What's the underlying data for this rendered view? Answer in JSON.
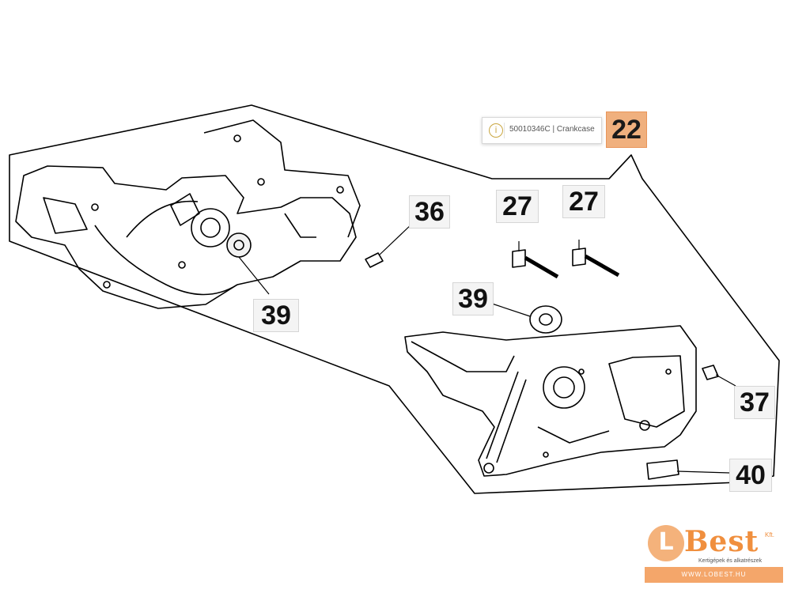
{
  "tooltip": {
    "text": "50010346C | Crankcase"
  },
  "callouts": {
    "c22": "22",
    "c27a": "27",
    "c27b": "27",
    "c36": "36",
    "c39a": "39",
    "c39b": "39",
    "c37": "37",
    "c40": "40"
  },
  "logo": {
    "brand": "Best",
    "suffix": "Kft.",
    "tagline": "Kertigépek és alkatrészek",
    "url": "WWW.LOBEST.HU"
  },
  "colors": {
    "highlight": "#f0b07e",
    "accent": "#f08f3e"
  }
}
